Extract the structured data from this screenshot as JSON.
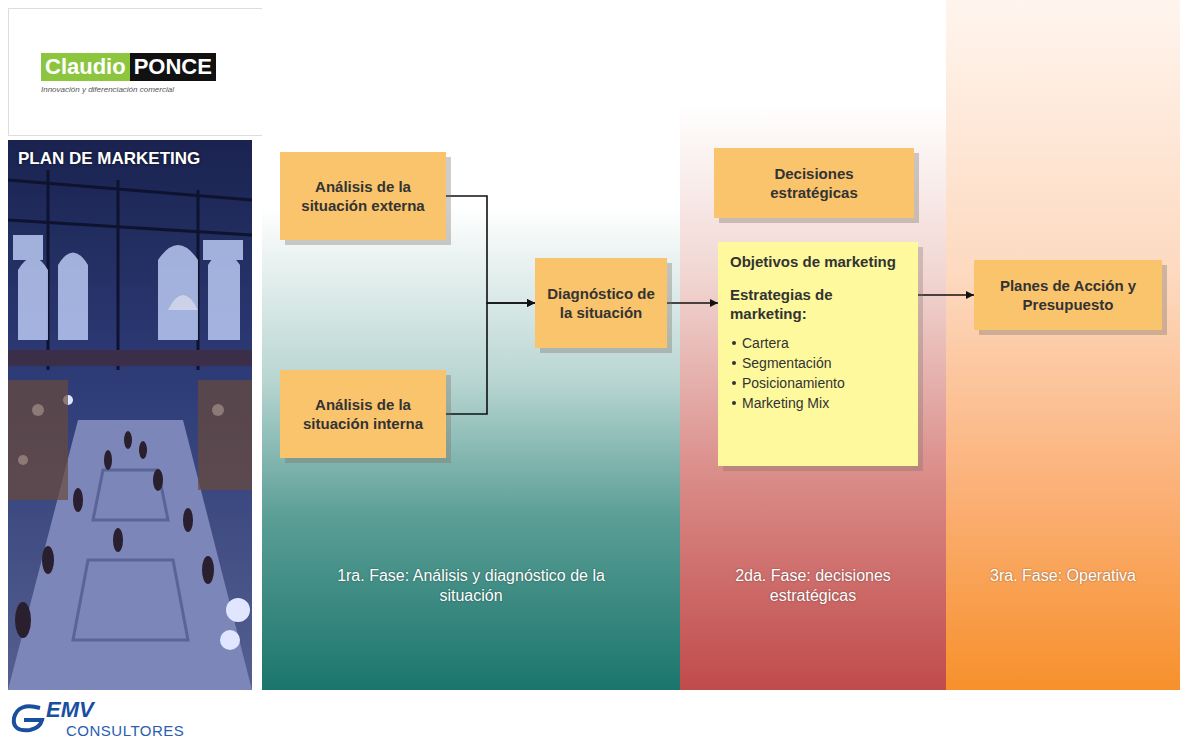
{
  "diagram": {
    "title": "PLAN DE MARKETING",
    "nodes": [
      {
        "text": [
          "1ra. Fase: Análisis y diagnóstico de la situación"
        ]
      },
      {
        "text": [
          "Análisis de la situación externa"
        ],
        "in": 0
      },
      {
        "text": [
          "Análisis de la situación interna"
        ],
        "in": 0
      },
      {
        "text": [
          "Diagnóstico de la situación"
        ],
        "in": 0
      },
      {
        "text": [
          "2da. Fase: decisiones estratégicas"
        ]
      },
      {
        "text": [
          "Decisiones estratégicas"
        ],
        "in": 4
      },
      {
        "text": [
          "Objetivos de marketing",
          "Estrategias de marketing:",
          "Cartera",
          "Segmentación",
          "Posicionamiento",
          "Marketing Mix"
        ],
        "in": 4
      },
      {
        "text": [
          "3ra. Fase: Operativa"
        ]
      },
      {
        "text": [
          "Planes de Acción y Presupuesto"
        ],
        "in": 7
      }
    ],
    "edges": [
      {
        "from": 1,
        "to": 3,
        "arrow": "to"
      },
      {
        "from": 2,
        "to": 3,
        "arrow": "to"
      },
      {
        "from": 3,
        "to": 6,
        "arrow": "to"
      },
      {
        "from": 6,
        "to": 8,
        "arrow": "to"
      }
    ],
    "labels": [
      "Claudio",
      "PONCE",
      "Innovación y diferenciación comercial",
      "EMV",
      "CONSULTORES"
    ]
  }
}
